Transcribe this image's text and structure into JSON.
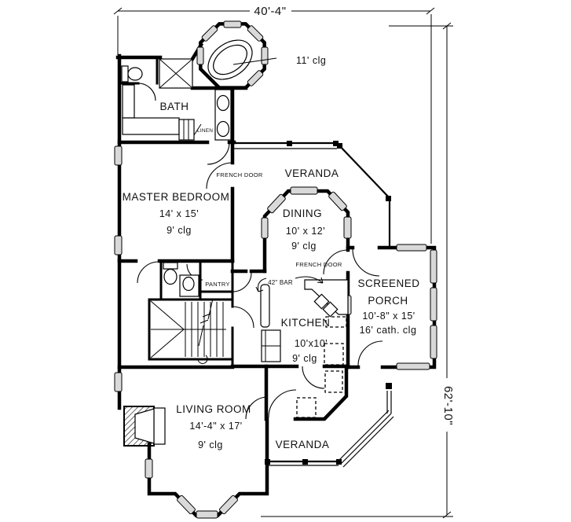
{
  "drawing": {
    "type": "house-first-floor-plan",
    "ink_color": "#000000",
    "background_color": "#ffffff",
    "window_fill_color": "#d9d9d9"
  },
  "dimensions": {
    "overall_width": "40'-4\"",
    "overall_height": "62'-10\""
  },
  "rooms": {
    "bath": {
      "name": "BATH"
    },
    "master_bedroom": {
      "name": "MASTER BEDROOM",
      "size": "14' x 15'",
      "ceiling": "9' clg"
    },
    "veranda_top": {
      "name": "VERANDA"
    },
    "dining": {
      "name": "DINING",
      "size": "10' x 12'",
      "ceiling": "9' clg"
    },
    "screened_porch": {
      "name_line1": "SCREENED",
      "name_line2": "PORCH",
      "size": "10'-8\" x 15'",
      "ceiling": "16' cath. clg"
    },
    "kitchen": {
      "name": "KITCHEN",
      "size": "10'x10'",
      "ceiling": "9' clg"
    },
    "living_room": {
      "name": "LIVING ROOM",
      "size": "14'-4\" x 17'",
      "ceiling": "9' clg"
    },
    "veranda_bottom": {
      "name": "VERANDA"
    }
  },
  "annotations": {
    "tower_ceiling": "11' clg",
    "french_door_upper": "FRENCH DOOR",
    "french_door_lower": "FRENCH DOOR",
    "linen": "LINEN",
    "pantry": "PANTRY",
    "bar": "42\" BAR"
  }
}
